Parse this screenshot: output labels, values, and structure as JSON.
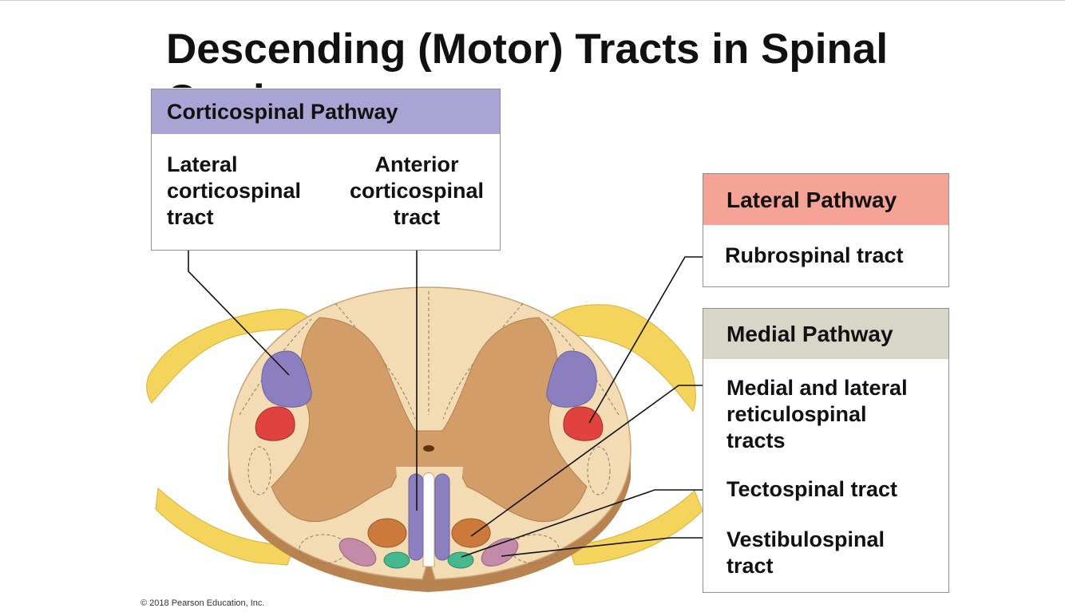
{
  "slide": {
    "title": "Descending (Motor) Tracts in Spinal",
    "title_overflow": "Cord",
    "copyright": "© 2018 Pearson Education, Inc."
  },
  "corticospinal": {
    "header": "Corticospinal Pathway",
    "lateral_line1": "Lateral",
    "lateral_line2": "corticospinal",
    "lateral_line3": "tract",
    "anterior_line1": "Anterior",
    "anterior_line2": "corticospinal",
    "anterior_line3": "tract"
  },
  "lateral_pathway": {
    "header": "Lateral Pathway",
    "rubrospinal": "Rubrospinal tract"
  },
  "medial_pathway": {
    "header": "Medial Pathway",
    "reticulo_line1": "Medial and lateral",
    "reticulo_line2": "reticulospinal",
    "reticulo_line3": "tracts",
    "tectospinal": "Tectospinal tract",
    "vestibulo_line1": "Vestibulospinal",
    "vestibulo_line2": "tract"
  },
  "colors": {
    "corticospinal": "#8b7fbf",
    "lateral": "#e0433f",
    "medial_reticulo": "#cc7a3c",
    "tectospinal": "#45b98d",
    "vestibulospinal": "#c48aaa",
    "grey_matter": "#d29d69",
    "white_matter": "#f3dcb3",
    "nerve": "#f5d45e",
    "header_corticospinal": "#aaa4d4",
    "header_lateral": "#f5a397",
    "header_medial": "#d8d7c7"
  }
}
